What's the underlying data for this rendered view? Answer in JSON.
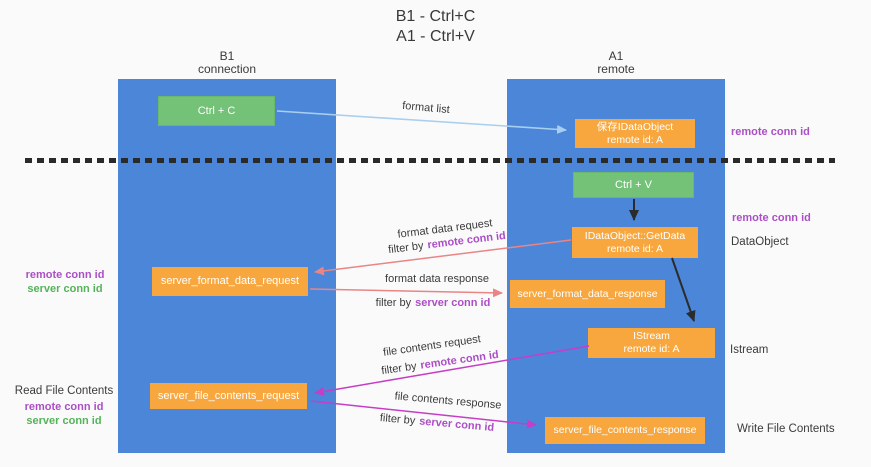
{
  "title": {
    "line1": "B1 - Ctrl+C",
    "line2": "A1 - Ctrl+V"
  },
  "lanes": {
    "left": {
      "header_line1": "B1",
      "header_line2": "connection"
    },
    "right": {
      "header_line1": "A1",
      "header_line2": "remote"
    }
  },
  "boxes": {
    "ctrl_c": {
      "label": "Ctrl + C"
    },
    "save_idataobject": {
      "line1": "保存IDataObject",
      "line2": "remote id: A"
    },
    "ctrl_v": {
      "label": "Ctrl + V"
    },
    "getdata": {
      "line1": "IDataObject::GetData",
      "line2": "remote id: A"
    },
    "format_request": {
      "label": "server_format_data_request"
    },
    "format_response": {
      "label": "server_format_data_response"
    },
    "istream": {
      "line1": "IStream",
      "line2": "remote id: A"
    },
    "file_request": {
      "label": "server_file_contents_request"
    },
    "file_response": {
      "label": "server_file_contents_response"
    }
  },
  "arrow_labels": {
    "format_list": "format list",
    "format_data_request": "format data request",
    "format_data_response": "format data response",
    "file_contents_request": "file contents request",
    "file_contents_response": "file contents response",
    "filter_prefix": "filter by",
    "remote_conn_id": "remote conn id",
    "server_conn_id": "server conn id"
  },
  "side_labels": {
    "right_remote_conn_id_1": "remote conn id",
    "right_remote_conn_id_2": "remote conn id",
    "dataobject": "DataObject",
    "istream": "Istream",
    "write_file_contents": "Write File Contents",
    "left_remote_conn_id_1": "remote conn id",
    "left_server_conn_id_1": "server conn id",
    "read_file_contents": "Read File Contents",
    "left_remote_conn_id_2": "remote conn id",
    "left_server_conn_id_2": "server conn id"
  },
  "colors": {
    "lane_blue": "#4c86d9",
    "box_orange": "#f7a73e",
    "box_green": "#74c277",
    "arrow_light_blue": "#a9cfee",
    "arrow_salmon": "#e98585",
    "arrow_magenta": "#c63dc6",
    "arrow_black": "#2b2b2b",
    "text_purple": "#ab4fc5",
    "text_green": "#55b35a",
    "text_dark": "#3b3b3b",
    "background": "#fafafa"
  }
}
